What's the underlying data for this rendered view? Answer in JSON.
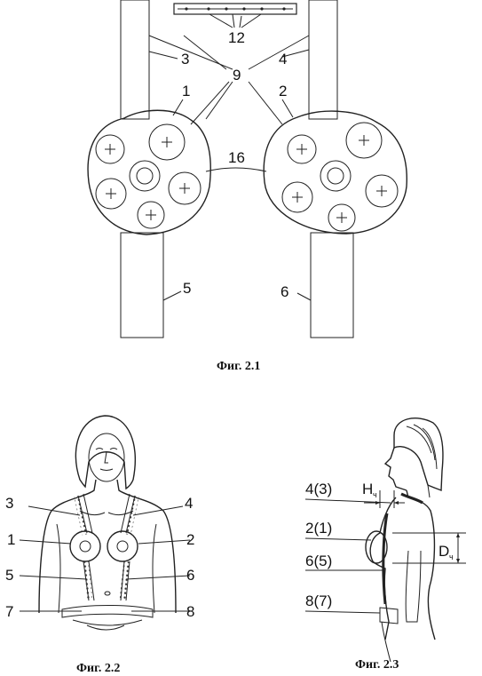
{
  "figures": {
    "fig1": {
      "caption": "Фиг. 2.1",
      "labels": {
        "n12": "12",
        "n3": "3",
        "n4": "4",
        "n9": "9",
        "n1": "1",
        "n2": "2",
        "n16": "16",
        "n5": "5",
        "n6": "6"
      }
    },
    "fig2": {
      "caption": "Фиг. 2.2",
      "labels": {
        "n3": "3",
        "n4": "4",
        "n1": "1",
        "n2": "2",
        "n5": "5",
        "n6": "6",
        "n7": "7",
        "n8": "8"
      }
    },
    "fig3": {
      "caption": "Фиг. 2.3",
      "labels": {
        "n43": "4(3)",
        "h": "H",
        "hsub": "ч",
        "n21": "2(1)",
        "d": "D",
        "dsub": "ч",
        "n65": "6(5)",
        "n87": "8(7)"
      }
    }
  }
}
